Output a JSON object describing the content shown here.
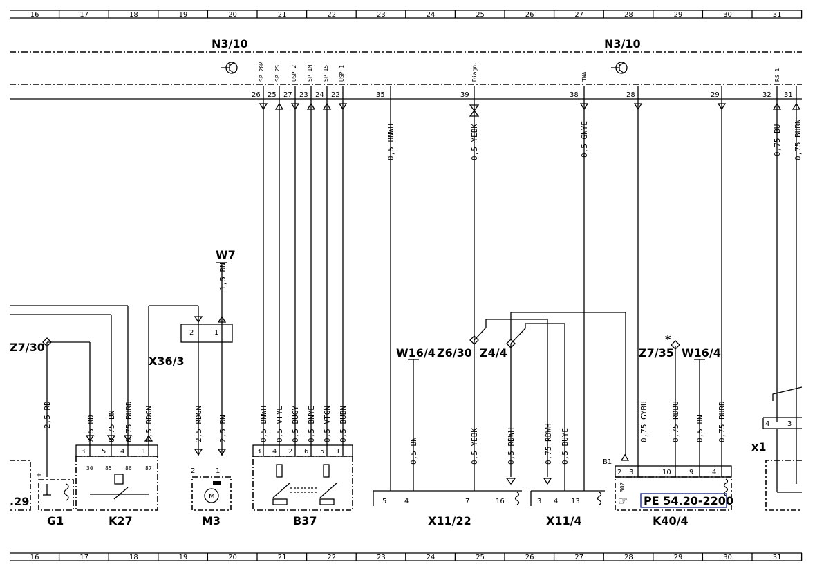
{
  "grid_numbers": [
    "16",
    "17",
    "18",
    "19",
    "20",
    "21",
    "22",
    "23",
    "24",
    "25",
    "26",
    "27",
    "28",
    "29",
    "30",
    "31"
  ],
  "components": {
    "n3_10_left": "N3/10",
    "n3_10_right": "N3/10",
    "w7": "W7",
    "x36_3": "X36/3",
    "z7_30": "Z7/30",
    "w16_4_left": "W16/4",
    "z6_30": "Z6/30",
    "z4_4": "Z4/4",
    "z7_35": "Z7/35",
    "w16_4_right": "W16/4",
    "x1": "x1",
    "g1": "G1",
    "k27": "K27",
    "m3": "M3",
    "b37": "B37",
    "x11_22": "X11/22",
    "x11_4": "X11/4",
    "k40_4": "K40/4",
    "left_cut": ".29",
    "b1": "B1"
  },
  "reference": {
    "text": "PE 54.20-2200",
    "color": "#1c2a8a"
  },
  "top_signals": [
    "SP 20M",
    "SP 2S",
    "USP 2",
    "SP 1M",
    "SP 1S",
    "USP 1",
    "Diagn.",
    "TNA",
    "RS 1"
  ],
  "top_pins": [
    "26",
    "25",
    "27",
    "23",
    "24",
    "22",
    "35",
    "39",
    "38",
    "28",
    "29",
    "32",
    "31"
  ],
  "wires_top": [
    "0,5 BNWH",
    "0,5 YEBK",
    "0,5 GNYE",
    "0,75 BU",
    "0,75 BURN",
    "1,5 BN"
  ],
  "wires_bottom": [
    "2,5 RD",
    "2,5 RD",
    "0,75 BN",
    "0,75 BURD",
    "2,5 RDGN",
    "2,5 RDGN",
    "2,5 BN",
    "0,5 BNWH",
    "0,5 VTYE",
    "0,5 BUGY",
    "0,5 BNYE",
    "0,5 VTGN",
    "0,5 BUBN",
    "0,5 BN",
    "0,5 YEBK",
    "0,5 RDWH",
    "0,75 RDWH",
    "0,5 BUYE",
    "0,75 GYBU",
    "0,75 RDBU",
    "0,5 BN",
    "0,75 BURD"
  ],
  "pins": {
    "x36": [
      "2",
      "1"
    ],
    "k27_top": [
      "3",
      "5",
      "4",
      "1"
    ],
    "k27_inner": [
      "30",
      "85",
      "86",
      "87"
    ],
    "m3": [
      "2",
      "1"
    ],
    "m3_letter": "M",
    "b37": [
      "3",
      "4",
      "2",
      "6",
      "5",
      "1"
    ],
    "x11_22": [
      "5",
      "4",
      "7",
      "16"
    ],
    "x11_4": [
      "3",
      "4",
      "13"
    ],
    "k40": [
      "2",
      "3",
      "10",
      "9",
      "4"
    ],
    "k40_30z": "30Z",
    "x1": [
      "4",
      "3"
    ],
    "g1_plus": "+"
  },
  "marks": {
    "asterisk": "*",
    "hand": "☞"
  }
}
